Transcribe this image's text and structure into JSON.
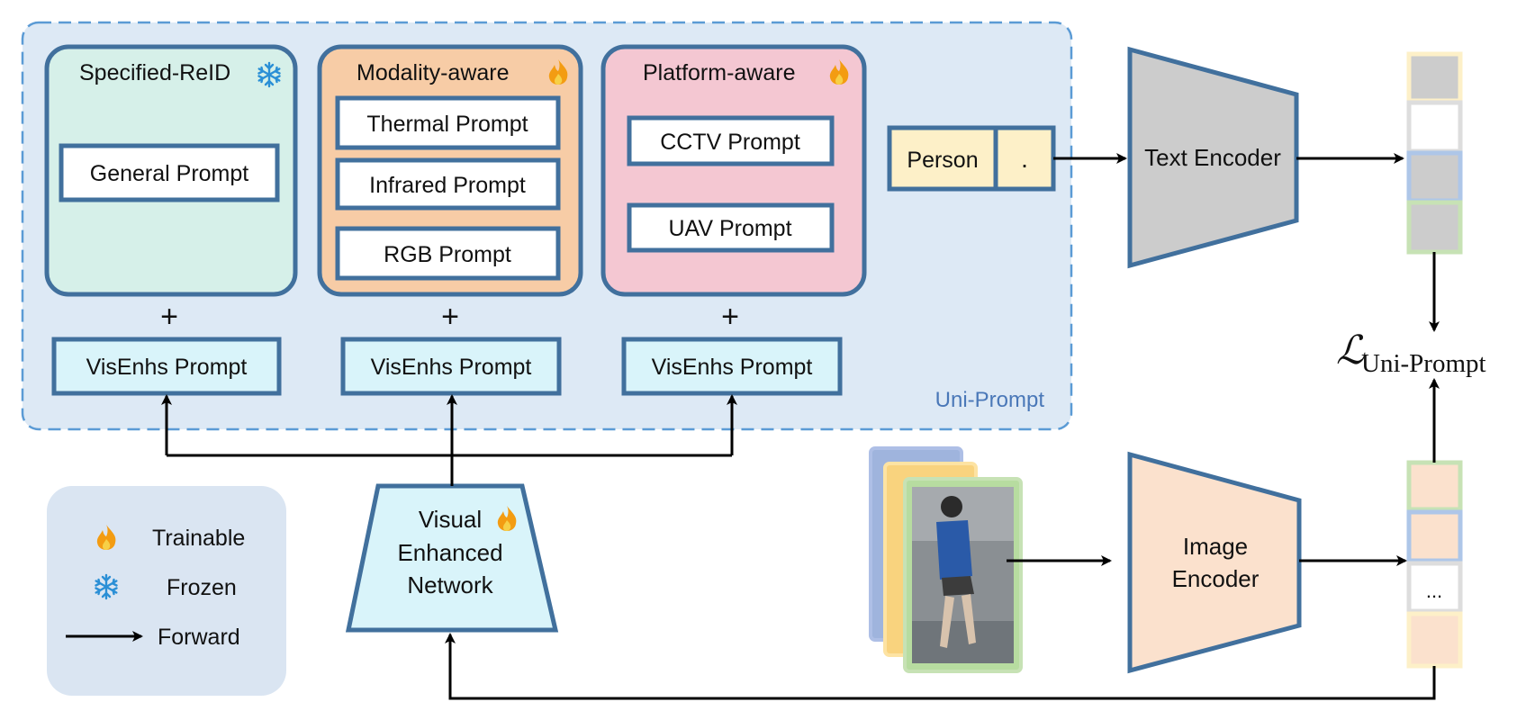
{
  "uni_prompt": {
    "label": "Uni-Prompt"
  },
  "groups": [
    {
      "title": "Specified-ReID",
      "badge": "snowflake-icon",
      "prompts": [
        "General Prompt"
      ],
      "plus": "+",
      "visenhs": "VisEnhs Prompt"
    },
    {
      "title": "Modality-aware",
      "badge": "flame-icon",
      "prompts": [
        "Thermal Prompt",
        "Infrared Prompt",
        "RGB Prompt"
      ],
      "plus": "+",
      "visenhs": "VisEnhs Prompt"
    },
    {
      "title": "Platform-aware",
      "badge": "flame-icon",
      "prompts": [
        "CCTV Prompt",
        "UAV Prompt"
      ],
      "plus": "+",
      "visenhs": "VisEnhs Prompt"
    }
  ],
  "text_tokens": {
    "person": "Person",
    "dot": "."
  },
  "text_encoder": {
    "label": "Text Encoder"
  },
  "image_encoder": {
    "line1": "Image",
    "line2": "Encoder"
  },
  "visual_network": {
    "line1": "Visual",
    "line2": "Enhanced",
    "line3": "Network"
  },
  "loss": {
    "symbol": "ℒ",
    "subscript": "Uni-Prompt"
  },
  "image_features": {
    "ellipsis": "..."
  },
  "legend": {
    "trainable": "Trainable",
    "frozen": "Frozen",
    "forward": "Forward"
  },
  "colors": {
    "border_blue": "#41709d",
    "uni_bg": "#dde9f5",
    "uni_dash": "#5b9bd5",
    "group1_bg": "#d6f0e9",
    "group2_bg": "#f7cca6",
    "group3_bg": "#f4c7d2",
    "visenhs_bg": "#d9f4fa",
    "token_bg": "#fdf0c8",
    "encoder_gray": "#cccccc",
    "encoder_peach": "#fbe1cd",
    "legend_bg": "#dae5f2",
    "flame": "#f39c12",
    "snow": "#2a8fd6"
  }
}
